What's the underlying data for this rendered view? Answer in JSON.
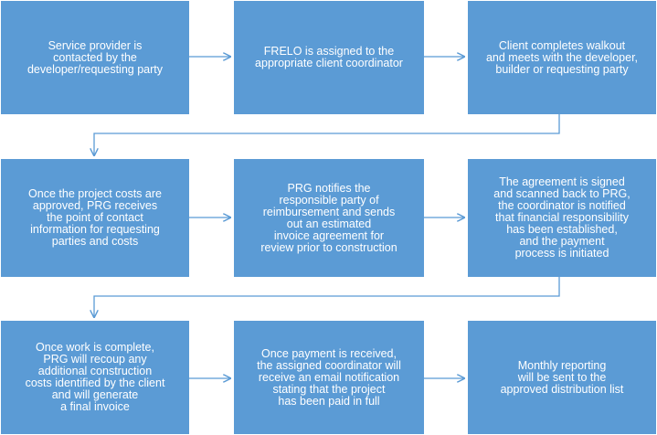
{
  "steps": [
    {
      "text": "Service provider is\ncontacted by the\ndeveloper/requesting party"
    },
    {
      "text": "FRELO is assigned to the\nappropriate client coordinator"
    },
    {
      "text": "Client completes walkout\nand meets with the developer,\nbuilder or requesting party"
    },
    {
      "text": "Once the project costs are\napproved, PRG receives\nthe point of contact\ninformation for requesting\nparties and costs"
    },
    {
      "text": "PRG notifies the\nresponsible party of\nreimbursement and sends\nout an estimated\ninvoice agreement for\nreview prior to construction"
    },
    {
      "text": "The agreement is signed\nand scanned back to PRG,\nthe coordinator is notified\nthat financial responsibility\nhas been established,\nand the payment\nprocess is initiated"
    },
    {
      "text": "Once work is complete,\nPRG will recoup any\nadditional construction\ncosts identified by the client\nand will generate\na final invoice"
    },
    {
      "text": "Once payment is received,\nthe assigned coordinator will\nreceive an email notification\nstating that the project\nhas been paid in full"
    },
    {
      "text": "Monthly reporting\nwill be sent to the\napproved distribution list"
    }
  ],
  "colors": {
    "box_fill": "#5b9bd5",
    "arrow": "#5b9bd5",
    "text": "#ffffff"
  }
}
